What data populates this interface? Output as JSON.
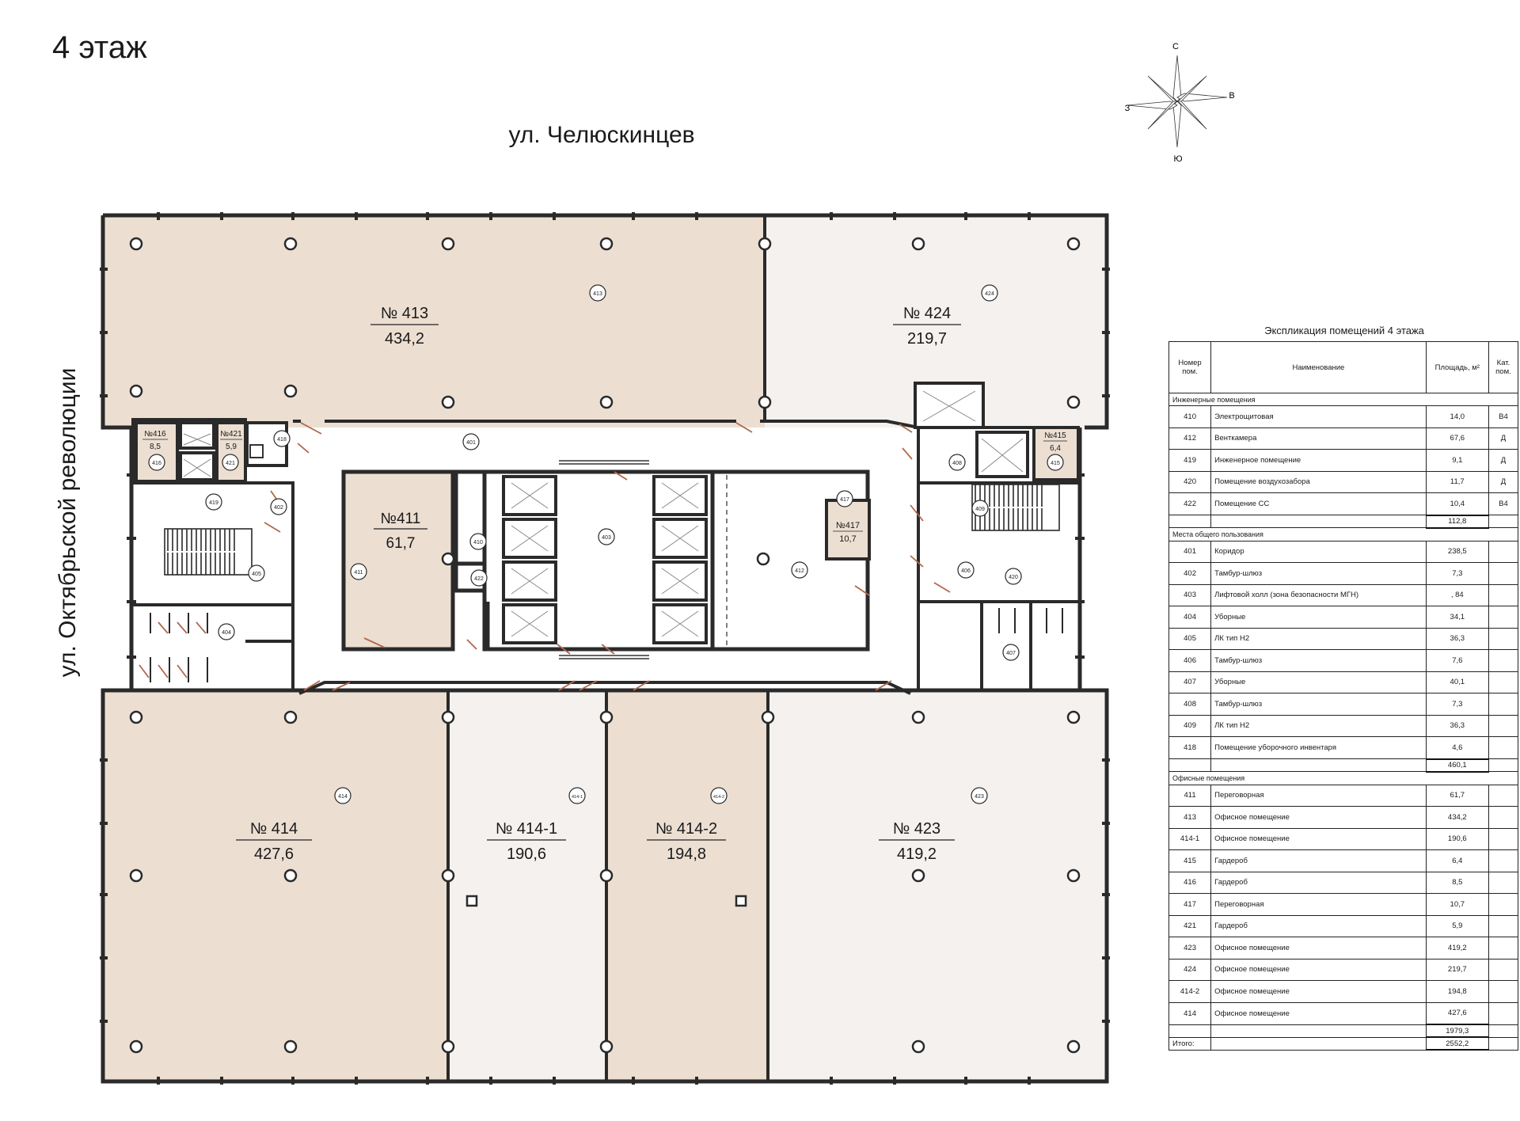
{
  "title": "4 этаж",
  "streets": {
    "top": "ул. Челюскинцев",
    "left": "ул. Октябрьской революции"
  },
  "compass": {
    "n": "С",
    "e": "В",
    "s": "Ю",
    "w": "З"
  },
  "colors": {
    "dark_room": "#ecdfd2",
    "light_room": "#f4f1ee",
    "wall": "#2a2a2a",
    "core": "#ffffff"
  },
  "rooms": {
    "r413": {
      "label": "№ 413",
      "area": "434,2",
      "tag": "413"
    },
    "r424": {
      "label": "№ 424",
      "area": "219,7",
      "tag": "424"
    },
    "r414": {
      "label": "№ 414",
      "area": "427,6",
      "tag": "414"
    },
    "r4141": {
      "label": "№ 414-1",
      "area": "190,6",
      "tag": "414-1"
    },
    "r4142": {
      "label": "№ 414-2",
      "area": "194,8",
      "tag": "414-2"
    },
    "r423": {
      "label": "№ 423",
      "area": "419,2",
      "tag": "423"
    },
    "r411": {
      "label": "№411",
      "area": "61,7",
      "tag": "411"
    },
    "r417": {
      "label": "№417",
      "area": "10,7",
      "tag": "417"
    },
    "r416": {
      "label": "№416",
      "area": "8,5",
      "tag": "416"
    },
    "r421": {
      "label": "№421",
      "area": "5,9",
      "tag": "421"
    },
    "r415": {
      "label": "№415",
      "area": "6,4",
      "tag": "415"
    }
  },
  "small_tags": {
    "t401": "401",
    "t402": "402",
    "t403": "403",
    "t404": "404",
    "t405": "405",
    "t406": "406",
    "t407": "407",
    "t408": "408",
    "t409": "409",
    "t410": "410",
    "t412": "412",
    "t418": "418",
    "t419": "419",
    "t420": "420",
    "t422": "422"
  },
  "table": {
    "title": "Экспликация помещений 4 этажа",
    "headers": {
      "num": "Номер пом.",
      "name": "Наименование",
      "area": "Площадь, м²",
      "cat": "Кат. пом."
    },
    "sections": [
      {
        "title": "Инженерные помещения",
        "rows": [
          {
            "num": "410",
            "name": "Электрощитовая",
            "area": "14,0",
            "cat": "В4"
          },
          {
            "num": "412",
            "name": "Венткамера",
            "area": "67,6",
            "cat": "Д"
          },
          {
            "num": "419",
            "name": "Инженерное помещение",
            "area": "9,1",
            "cat": "Д"
          },
          {
            "num": "420",
            "name": "Помещение воздухозабора",
            "area": "11,7",
            "cat": "Д"
          },
          {
            "num": "422",
            "name": "Помещение СС",
            "area": "10,4",
            "cat": "В4"
          }
        ],
        "subtotal": "112,8"
      },
      {
        "title": "Места общего пользования",
        "rows": [
          {
            "num": "401",
            "name": "Коридор",
            "area": "238,5",
            "cat": ""
          },
          {
            "num": "402",
            "name": "Тамбур-шлюз",
            "area": "7,3",
            "cat": ""
          },
          {
            "num": "403",
            "name": "Лифтовой холл (зона безопасности МГН)",
            "area": ", 84",
            "cat": ""
          },
          {
            "num": "404",
            "name": "Уборные",
            "area": "34,1",
            "cat": ""
          },
          {
            "num": "405",
            "name": "ЛК тип Н2",
            "area": "36,3",
            "cat": ""
          },
          {
            "num": "406",
            "name": "Тамбур-шлюз",
            "area": "7,6",
            "cat": ""
          },
          {
            "num": "407",
            "name": "Уборные",
            "area": "40,1",
            "cat": ""
          },
          {
            "num": "408",
            "name": "Тамбур-шлюз",
            "area": "7,3",
            "cat": ""
          },
          {
            "num": "409",
            "name": "ЛК тип Н2",
            "area": "36,3",
            "cat": ""
          },
          {
            "num": "418",
            "name": "Помещение уборочного инвентаря",
            "area": "4,6",
            "cat": ""
          }
        ],
        "subtotal": "460,1"
      },
      {
        "title": "Офисные помещения",
        "rows": [
          {
            "num": "411",
            "name": "Переговорная",
            "area": "61,7",
            "cat": ""
          },
          {
            "num": "413",
            "name": "Офисное помещение",
            "area": "434,2",
            "cat": ""
          },
          {
            "num": "414-1",
            "name": "Офисное помещение",
            "area": "190,6",
            "cat": ""
          },
          {
            "num": "415",
            "name": "Гардероб",
            "area": "6,4",
            "cat": ""
          },
          {
            "num": "416",
            "name": "Гардероб",
            "area": "8,5",
            "cat": ""
          },
          {
            "num": "417",
            "name": "Переговорная",
            "area": "10,7",
            "cat": ""
          },
          {
            "num": "421",
            "name": "Гардероб",
            "area": "5,9",
            "cat": ""
          },
          {
            "num": "423",
            "name": "Офисное помещение",
            "area": "419,2",
            "cat": ""
          },
          {
            "num": "424",
            "name": "Офисное помещение",
            "area": "219,7",
            "cat": ""
          },
          {
            "num": "414-2",
            "name": "Офисное помещение",
            "area": "194,8",
            "cat": ""
          },
          {
            "num": "414",
            "name": "Офисное помещение",
            "area": "427,6",
            "cat": ""
          }
        ],
        "subtotal": "1979,3"
      }
    ],
    "total_label": "Итого:",
    "total": "2552,2"
  }
}
